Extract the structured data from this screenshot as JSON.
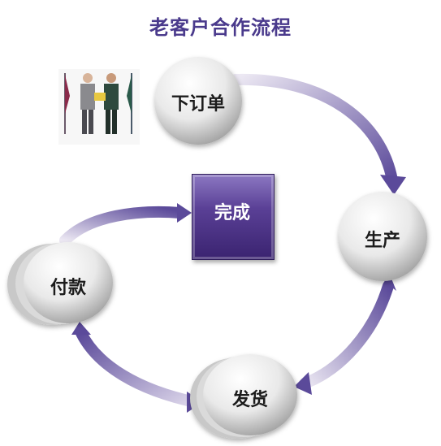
{
  "title": "老客户合作流程",
  "nodes": {
    "order": "下订单",
    "produce": "生产",
    "ship": "发货",
    "pay": "付款",
    "done": "完成"
  },
  "colors": {
    "title": "#4a3a8c",
    "accent": "#5a4096",
    "arrow_dark": "#5b4a9a",
    "arrow_light": "#e4e0ee"
  },
  "illustration": "business-handshake"
}
